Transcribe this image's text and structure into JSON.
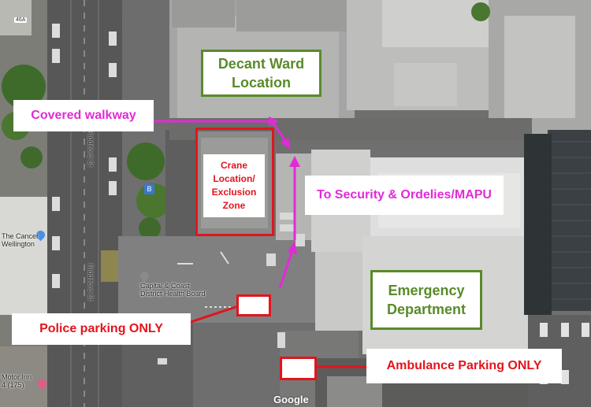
{
  "labels": {
    "decant_ward": [
      "Decant Ward",
      "Location"
    ],
    "covered_walkway": "Covered walkway",
    "crane_zone": [
      "Crane",
      "Location/",
      "Exclusion",
      "Zone"
    ],
    "to_security": "To Security & Ordelies/MAPU",
    "emergency": [
      "Emergency",
      "Department"
    ],
    "police_parking": "Police parking ONLY",
    "ambulance_parking": "Ambulance Parking ONLY"
  },
  "map_text": {
    "street": "Riddiford St",
    "cancer_society": [
      "The Cancer",
      "Wellington"
    ],
    "capital_coast": [
      "Capital & Coast",
      "District Health Board"
    ],
    "motor_inn": [
      "Motor Inn",
      "4 (175)"
    ],
    "badge_46a": "46A",
    "bus_stop": "B",
    "google": "Google"
  },
  "colors": {
    "label_green": "#5a8a2a",
    "label_magenta": "#e22ad8",
    "label_red": "#e3141c",
    "arrow_magenta": "#e22ad8",
    "arrow_red": "#e3141c"
  }
}
